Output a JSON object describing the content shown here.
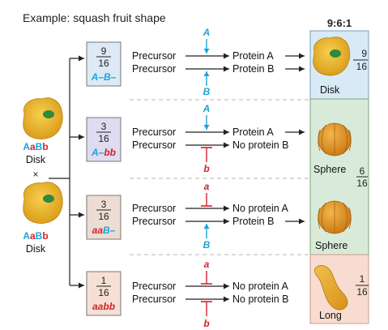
{
  "title": "Example: squash fruit shape",
  "ratio": "9:6:1",
  "parents": [
    {
      "genotype_parts": [
        "A",
        "a",
        "B",
        "b"
      ],
      "phenotype": "Disk"
    },
    {
      "genotype_parts": [
        "A",
        "a",
        "B",
        "b"
      ],
      "phenotype": "Disk"
    }
  ],
  "cross_symbol": "×",
  "rows": [
    {
      "fraction": {
        "num": "9",
        "den": "16"
      },
      "genotype_parts": [
        "A",
        "–",
        "B",
        "–"
      ],
      "top_gene": "A",
      "bottom_gene": "B",
      "precursor": "Precursor",
      "product_top": "Protein A",
      "product_bottom": "Protein B",
      "phenotype": "Disk"
    },
    {
      "fraction": {
        "num": "3",
        "den": "16"
      },
      "genotype_parts": [
        "A",
        "–",
        "b",
        "b"
      ],
      "top_gene": "A",
      "bottom_gene": "b",
      "precursor": "Precursor",
      "product_top": "Protein A",
      "product_bottom": "No protein B",
      "phenotype": "Sphere"
    },
    {
      "fraction": {
        "num": "3",
        "den": "16"
      },
      "genotype_parts": [
        "a",
        "a",
        "B",
        "–"
      ],
      "top_gene": "a",
      "bottom_gene": "B",
      "precursor": "Precursor",
      "product_top": "No protein A",
      "product_bottom": "Protein B",
      "phenotype": "Sphere"
    },
    {
      "fraction": {
        "num": "1",
        "den": "16"
      },
      "genotype_parts": [
        "a",
        "a",
        "b",
        "b"
      ],
      "top_gene": "a",
      "bottom_gene": "b",
      "precursor": "Precursor",
      "product_top": "No protein A",
      "product_bottom": "No protein B",
      "phenotype": "Long"
    }
  ],
  "result_fractions": {
    "disk": {
      "num": "9",
      "den": "16"
    },
    "sphere": {
      "num": "6",
      "den": "16"
    },
    "long": {
      "num": "1",
      "den": "16"
    }
  },
  "colors": {
    "cyan": "#1aa3dd",
    "red": "#d4232a",
    "disk_panel": "#d8eaf6",
    "sphere_panel": "#d9ebd8",
    "long_panel": "#f8dccf",
    "box_blue": "#dde9f5",
    "box_purple": "#dedcf0",
    "box_tan": "#ecdcd3",
    "box_peach": "#f6e0d6"
  }
}
